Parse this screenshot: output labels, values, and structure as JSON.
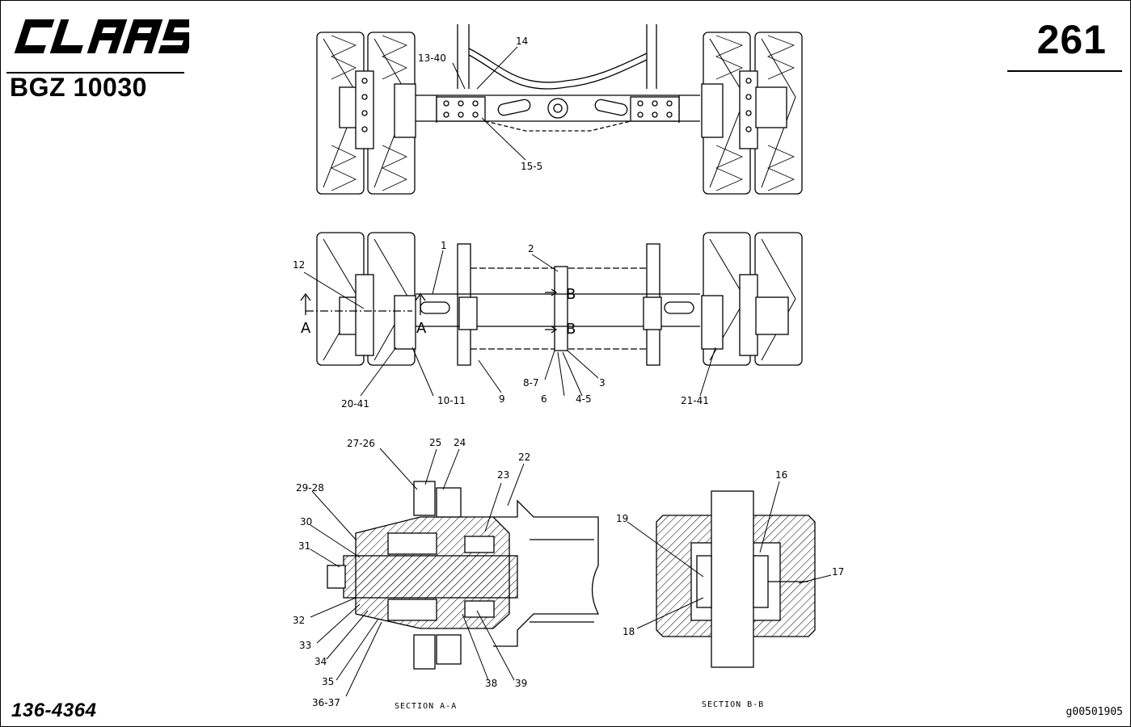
{
  "header": {
    "brand": "CLAAS",
    "doc_code": "BGZ 10030",
    "page_number": "261"
  },
  "footer": {
    "part_number": "136-4364",
    "ref_code": "g00501905"
  },
  "sections": {
    "a_a": "SECTION A-A",
    "b_b": "SECTION B-B"
  },
  "markers": {
    "a": "A",
    "b": "B"
  },
  "callouts": {
    "top": [
      "13-40",
      "14",
      "15-5"
    ],
    "middle": [
      "12",
      "1",
      "2",
      "20-41",
      "10-11",
      "9",
      "8-7",
      "6",
      "4-5",
      "3",
      "21-41"
    ],
    "section_a": [
      "27-26",
      "25",
      "24",
      "22",
      "23",
      "29-28",
      "30",
      "31",
      "32",
      "33",
      "34",
      "35",
      "36-37",
      "38",
      "39"
    ],
    "section_b": [
      "19",
      "16",
      "17",
      "18"
    ]
  }
}
